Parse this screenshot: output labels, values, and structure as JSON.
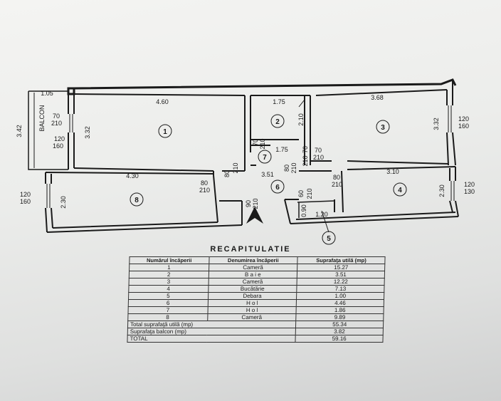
{
  "plan": {
    "rooms": [
      "1",
      "2",
      "3",
      "4",
      "5",
      "6",
      "7",
      "8"
    ],
    "dims": {
      "balcony_width": "1.05",
      "balcony_label": "BALCON",
      "balcony_height": "3.42",
      "room1_height": "3.32",
      "room1_width": "4.60",
      "room2_width": "1.75",
      "room2_height": "2.10",
      "room3_width": "3.68",
      "room3_height": "3.32",
      "room7_width": "1.75",
      "hall_width": "3.51",
      "room8_width": "4.30",
      "room8_height": "2.30",
      "room4_width": "3.10",
      "room4_height": "2.30",
      "room5_width": "1.20",
      "room5_height": "0.90",
      "door_70": "70",
      "door_80": "80",
      "door_90": "90",
      "door_60": "60",
      "door_210": "210",
      "win_120": "120",
      "win_160": "160",
      "win_130": "130"
    }
  },
  "recap": {
    "title": "RECAPITULATIE",
    "headers": [
      "Numărul încăperii",
      "Denumirea încăperii",
      "Suprafaţa utilă (mp)"
    ],
    "rows": [
      {
        "nr": "1",
        "name": "Cameră",
        "area": "15.27"
      },
      {
        "nr": "2",
        "name": "B a i e",
        "area": "3.51"
      },
      {
        "nr": "3",
        "name": "Cameră",
        "area": "12.22"
      },
      {
        "nr": "4",
        "name": "Bucătărie",
        "area": "7.13"
      },
      {
        "nr": "5",
        "name": "Debara",
        "area": "1.00"
      },
      {
        "nr": "6",
        "name": "H o l",
        "area": "4.46"
      },
      {
        "nr": "7",
        "name": "H o l",
        "area": "1.86"
      },
      {
        "nr": "8",
        "name": "Cameră",
        "area": "9.89"
      }
    ],
    "totals": [
      {
        "label": "Total suprafaţă utilă (mp)",
        "area": "55.34"
      },
      {
        "label": "Suprafaţa balcon (mp)",
        "area": "3.82"
      },
      {
        "label": "TOTAL",
        "area": "59.16"
      }
    ]
  }
}
